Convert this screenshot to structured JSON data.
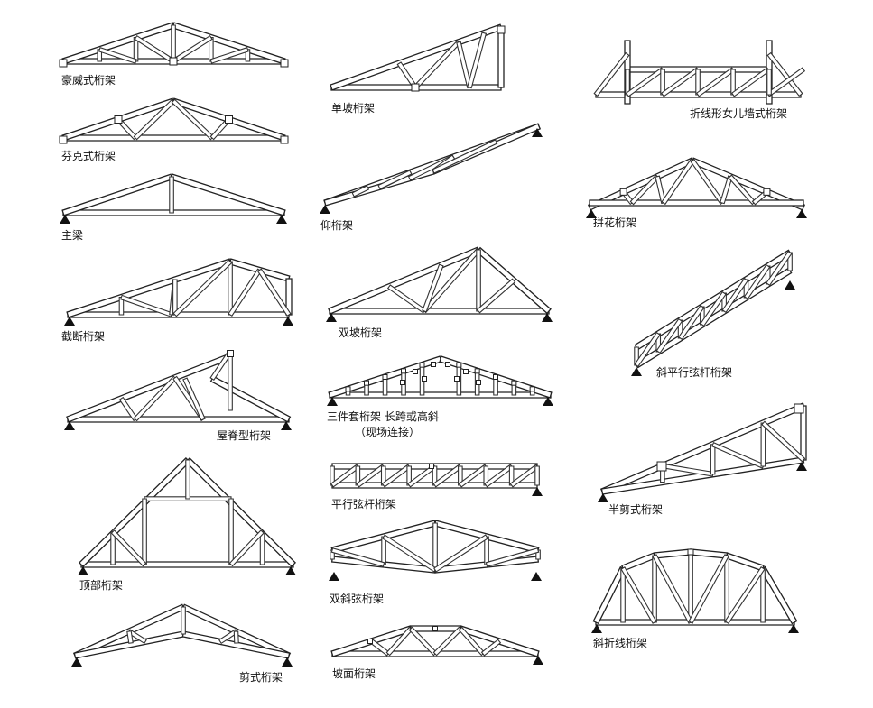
{
  "title": "",
  "trusses": [
    {
      "id": "howe",
      "label": "豪威式桁架"
    },
    {
      "id": "fink",
      "label": "芬克式桁架"
    },
    {
      "id": "king-post",
      "label": "主梁"
    },
    {
      "id": "truncated",
      "label": "截断桁架"
    },
    {
      "id": "ridge",
      "label": "屋脊型桁架"
    },
    {
      "id": "attic",
      "label": "顶部桁架"
    },
    {
      "id": "scissor",
      "label": "剪式桁架"
    },
    {
      "id": "mono",
      "label": "单坡桁架"
    },
    {
      "id": "inverted",
      "label": "仰桁架"
    },
    {
      "id": "dual-pitch",
      "label": "双坡桁架"
    },
    {
      "id": "three-piece",
      "label": "三件套桁架 长跨或高斜",
      "sublabel": "（现场连接）"
    },
    {
      "id": "parallel",
      "label": "平行弦杆桁架"
    },
    {
      "id": "double-bowstring",
      "label": "双斜弦桁架"
    },
    {
      "id": "slope",
      "label": "坡面桁架"
    },
    {
      "id": "parapet",
      "label": "折线形女儿墙式桁架"
    },
    {
      "id": "spliced",
      "label": "拼花桁架"
    },
    {
      "id": "sloped-parallel",
      "label": "斜平行弦杆桁架"
    },
    {
      "id": "half-scissor",
      "label": "半剪式桁架"
    },
    {
      "id": "polygonal",
      "label": "斜折线桁架"
    }
  ]
}
